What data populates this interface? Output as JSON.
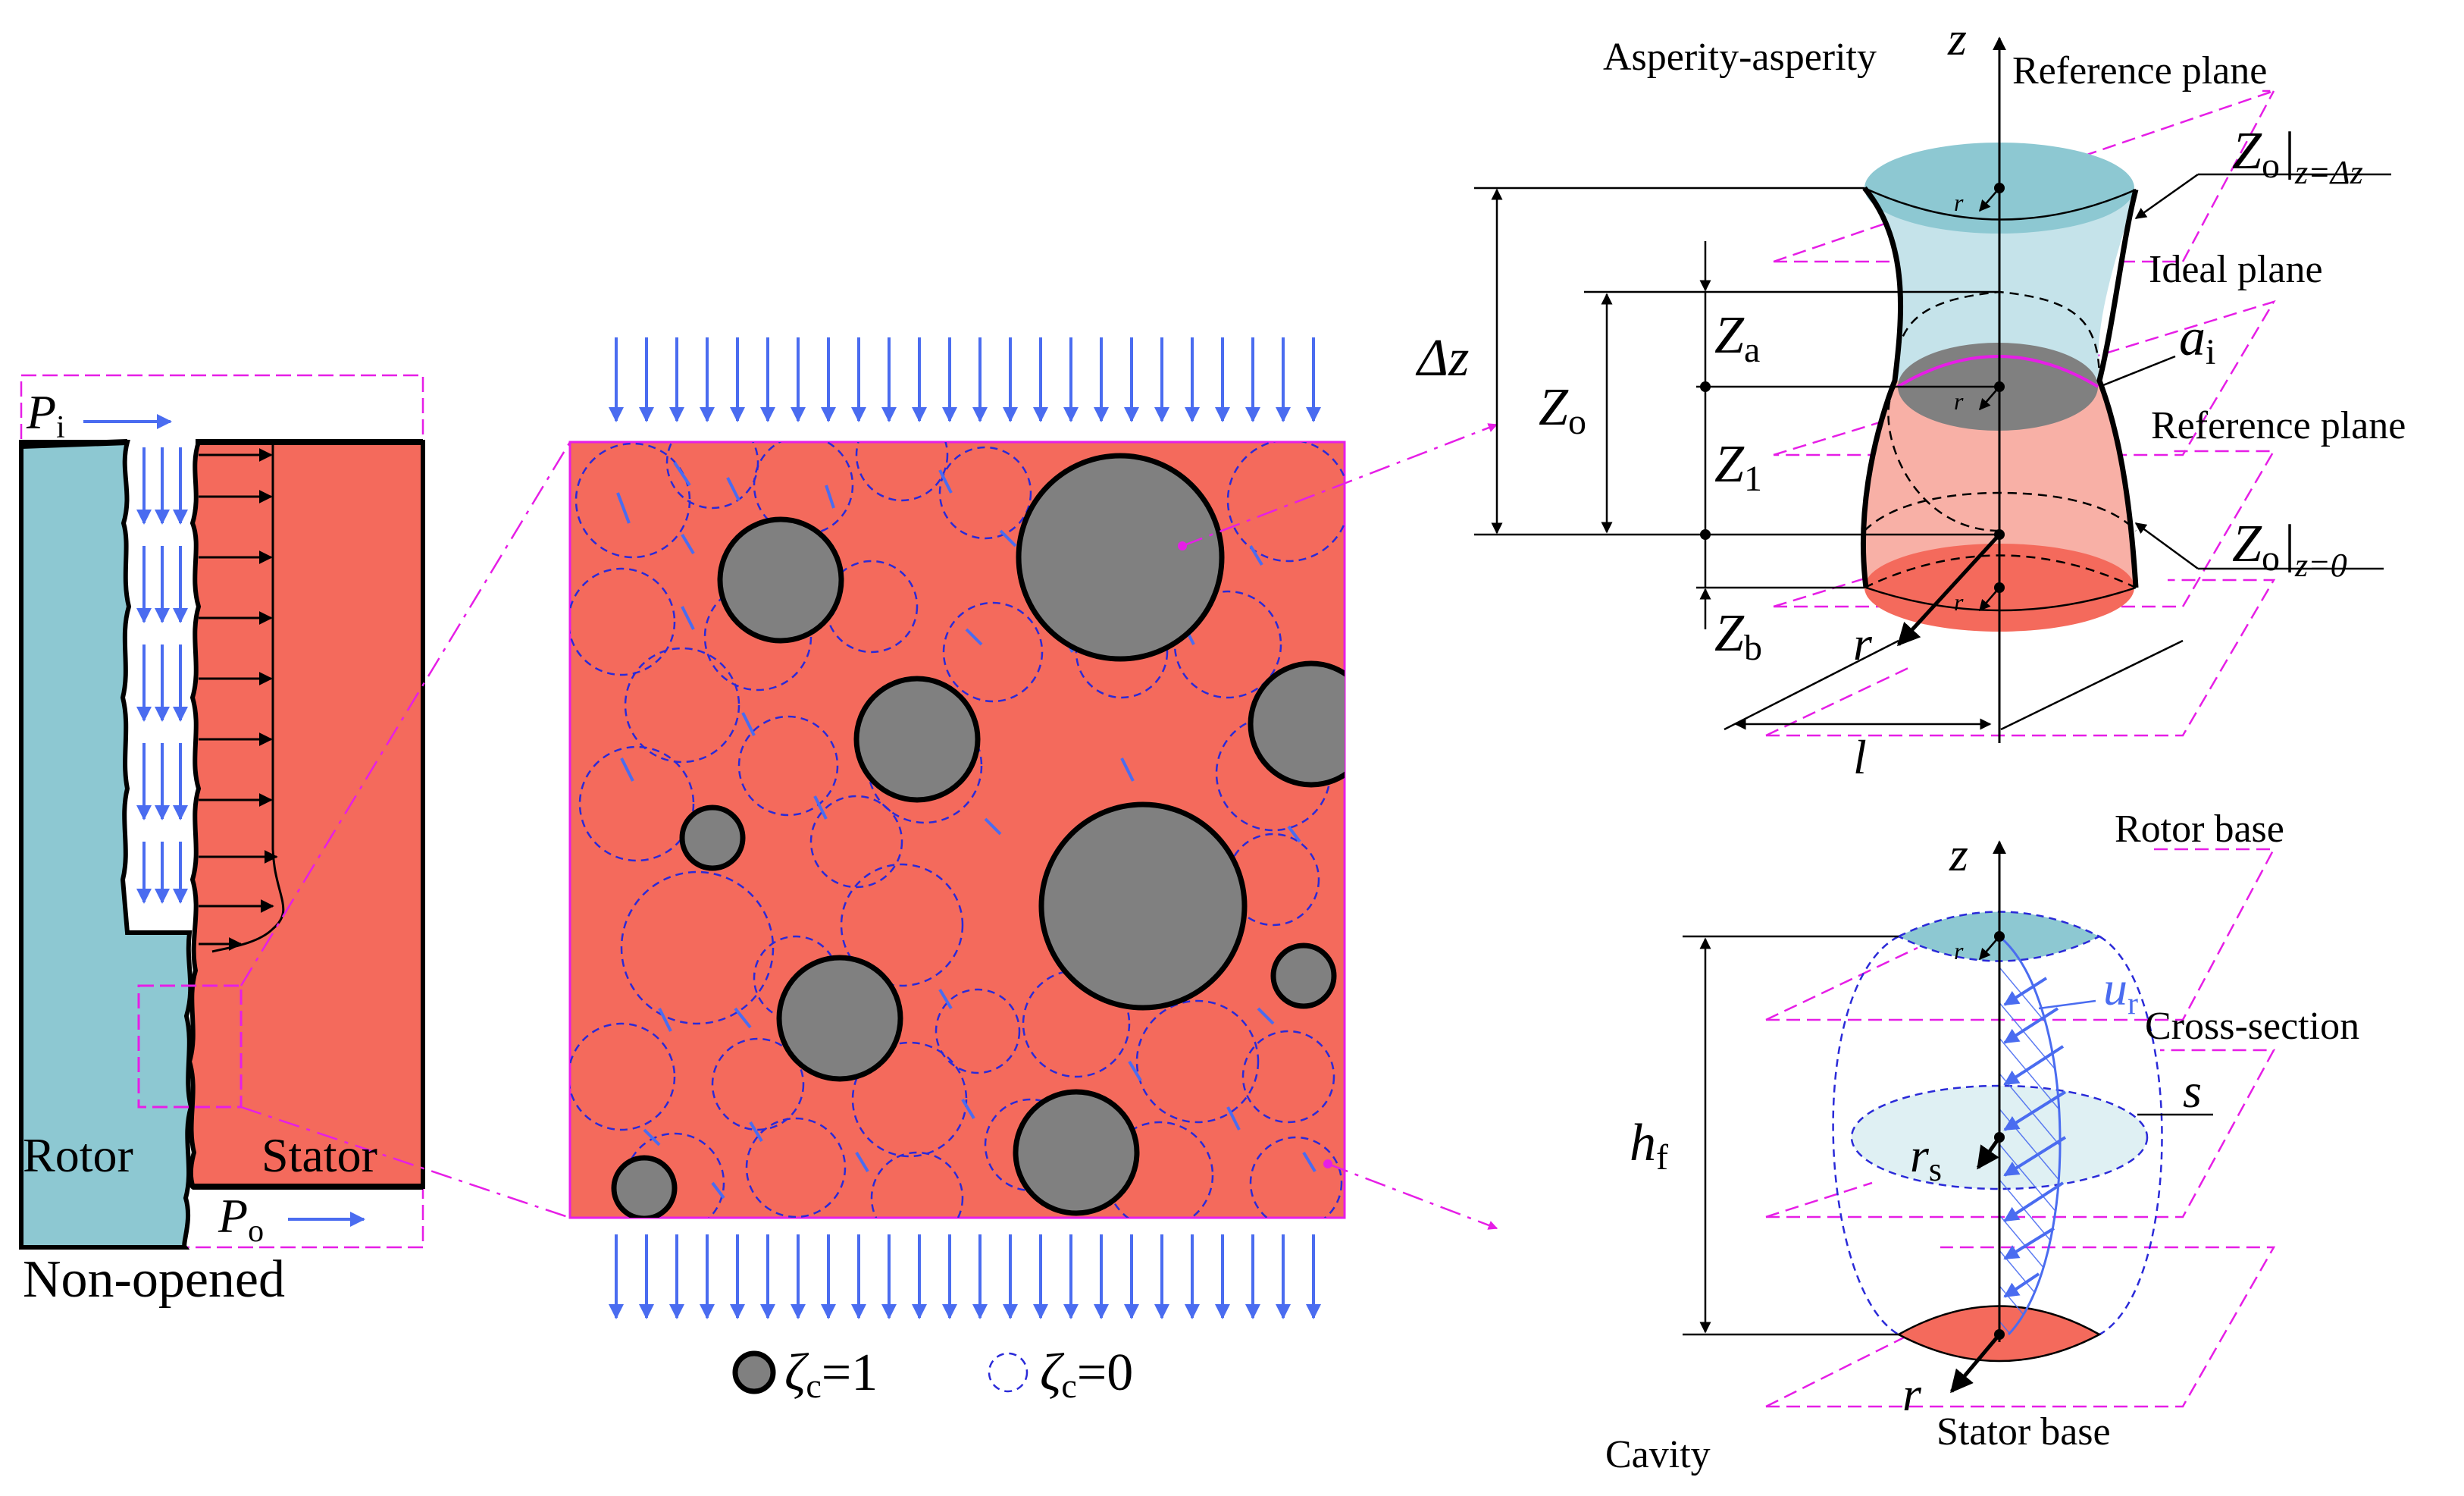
{
  "left_panel": {
    "inlet_pressure_label": "P",
    "inlet_pressure_sub": "i",
    "outlet_pressure_label": "P",
    "outlet_pressure_sub": "o",
    "rotor_label": "Rotor",
    "stator_label": "Stator",
    "state_label": "Non-opened",
    "colors": {
      "rotor": "#8dc8d2",
      "stator": "#f46a5c",
      "arrow": "#4a6cf0"
    }
  },
  "middle_panel": {
    "legend_solid_symbol": "ζ",
    "legend_solid_sub": "c",
    "legend_solid_value": "=1",
    "legend_dashed_symbol": "ζ",
    "legend_dashed_sub": "c",
    "legend_dashed_value": "=0",
    "colors": {
      "fill": "#f46a5c",
      "particle": "#808080",
      "dashed_circle": "#2a2ad8"
    }
  },
  "asperity_panel": {
    "title": "Asperity-asperity",
    "axis_z": "z",
    "reference_plane_top": "Reference plane",
    "ideal_plane": "Ideal plane",
    "reference_plane_mid": "Reference plane",
    "zo_top_main": "Z",
    "zo_top_sub": "o",
    "zo_top_cond": "z=Δz",
    "zo_bot_main": "Z",
    "zo_bot_sub": "o",
    "zo_bot_cond": "z=0",
    "delta_z": "Δz",
    "zo_dim_main": "Z",
    "zo_dim_sub": "o",
    "za_main": "Z",
    "za_sub": "a",
    "z1_main": "Z",
    "z1_sub": "1",
    "zb_main": "Z",
    "zb_sub": "b",
    "ai_main": "a",
    "ai_sub": "i",
    "r_small": "r",
    "r_axis": "r",
    "l_dim": "l",
    "colors": {
      "top_cap": "#8dc8d2",
      "upper_body": "#c5e3ea",
      "lower_body": "#f8b0a6",
      "contact": "#808080",
      "bottom_cap": "#f46a5c"
    }
  },
  "cavity_panel": {
    "axis_z": "z",
    "rotor_base": "Rotor base",
    "cross_section": "Cross-section",
    "s_label": "s",
    "ur_main": "u",
    "ur_sub": "r",
    "hf_main": "h",
    "hf_sub": "f",
    "rs_main": "r",
    "rs_sub": "s",
    "r_small": "r",
    "r_axis": "r",
    "stator_base": "Stator base",
    "title": "Cavity",
    "colors": {
      "top_cap": "#8dc8d2",
      "section": "#dff0f3",
      "bottom_cap": "#f46a5c",
      "velocity": "#4a6cf0"
    }
  }
}
